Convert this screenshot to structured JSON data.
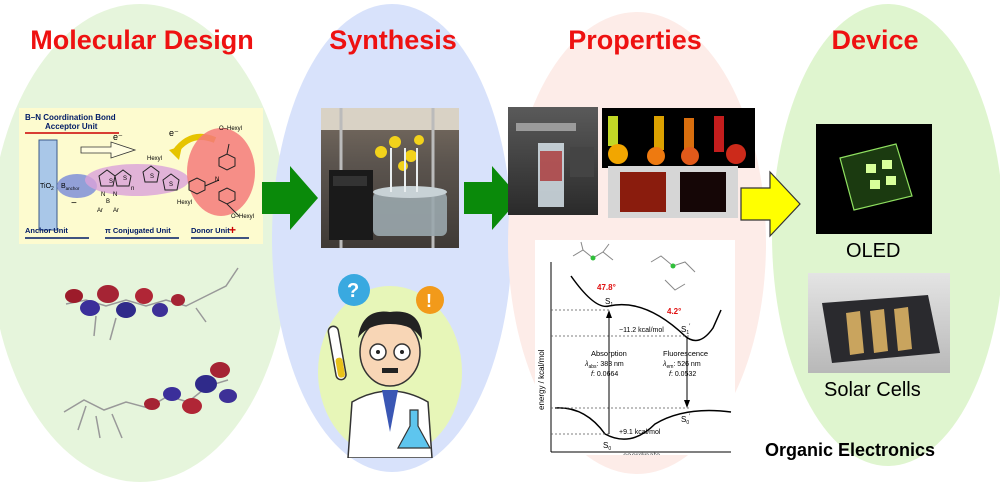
{
  "stages": {
    "molecular_design": "Molecular Design",
    "synthesis": "Synthesis",
    "properties": "Properties",
    "device": "Device"
  },
  "molecule": {
    "bond_label": "B–N Coordination Bond",
    "acceptor_label": "Acceptor Unit",
    "electron": "e⁻",
    "tio2": "TiO",
    "tio2_sub": "2",
    "b_anchor": "B",
    "b_anchor_sub": "anchor",
    "anchor_unit": "Anchor Unit",
    "conjugated_unit": "π Conjugated Unit",
    "donor_unit": "Donor Unit",
    "hexyl": "Hexyl",
    "o_hexyl": "O–Hexyl",
    "minus": "−",
    "plus": "+",
    "atom_s": "S",
    "atom_n": "N",
    "atom_b": "B",
    "atom_ar": "Ar",
    "sub_n": "n"
  },
  "energy_diagram": {
    "ylabel": "energy / kcal/mol",
    "xlabel": "coordinate",
    "angle_1": "47.8°",
    "angle_2": "4.2°",
    "s1": "S",
    "s1_sub": "1",
    "s1p": "S",
    "s1p_sub": "1",
    "s1p_prime": "′",
    "s0": "S",
    "s0_sub": "0",
    "s0p": "S",
    "s0p_sub": "0",
    "s0p_prime": "′",
    "excited_energy": "−11.2 kcal/mol",
    "ground_energy": "+9.1 kcal/mol",
    "absorption": "Absorption",
    "abs_lambda_symbol": "λ",
    "abs_lambda_sub": "abs",
    "abs_lambda_value": ": 383 nm",
    "abs_f_symbol": "f",
    "abs_f_value": ": 0.0664",
    "fluorescence": "Fluorescence",
    "em_lambda_symbol": "λ",
    "em_lambda_sub": "em",
    "em_lambda_value": ": 526 nm",
    "em_f_symbol": "f",
    "em_f_value": ": 0.0532"
  },
  "device": {
    "oled": "OLED",
    "solar": "Solar Cells",
    "footer": "Organic Electronics"
  },
  "colors": {
    "heading": "#ee1111",
    "arrow_green": "#0a8a0a",
    "arrow_yellow": "#ffff00",
    "oval_green": "#e6f5dc",
    "oval_blue": "#d8e2fb",
    "oval_pink": "#fdece8",
    "oval_lime": "#dff5cf"
  }
}
